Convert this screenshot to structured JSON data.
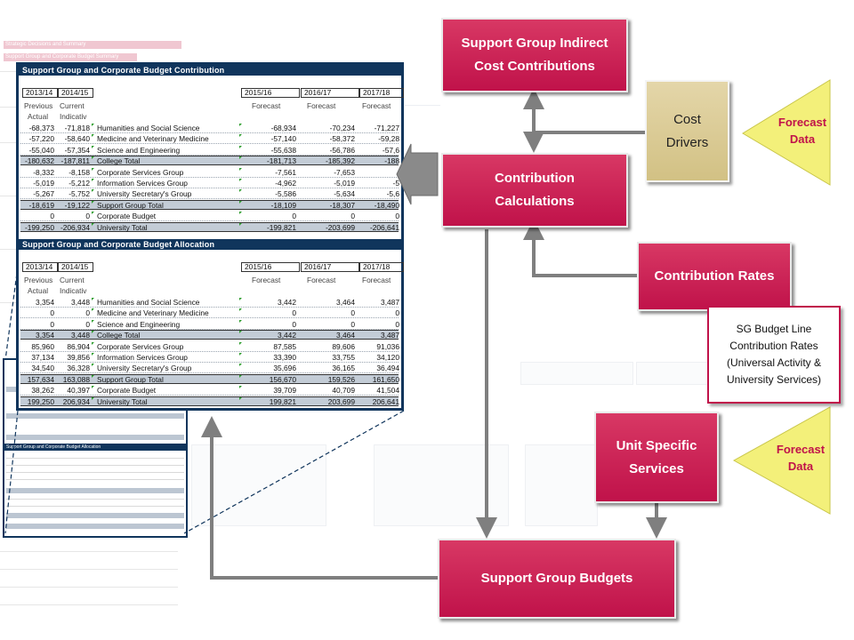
{
  "background_sheet": {
    "title_lines": [
      "Strategic Decisions and Summary",
      "Support Group and Corporate Budget Summary"
    ],
    "mini_panel_header": "Support Group and Corporate Budget Allocation"
  },
  "contribution_table": {
    "header": "Support Group and Corporate Budget Contribution",
    "years": [
      "2013/14",
      "2014/15",
      "2015/16",
      "2016/17",
      "2017/18"
    ],
    "col_labels": [
      "Previous",
      "Current",
      "Forecast",
      "Forecast",
      "Forecast"
    ],
    "col_labels2": [
      "Actual",
      "Indicativ"
    ],
    "rows": [
      {
        "prev": "-68,373",
        "curr": "-71,818",
        "name": "Humanities and Social Science",
        "f1": "-68,934",
        "f2": "-70,234",
        "f3": "-71,227",
        "total": false
      },
      {
        "prev": "-57,220",
        "curr": "-58,640",
        "name": "Medicine and Veterinary Medicine",
        "f1": "-57,140",
        "f2": "-58,372",
        "f3": "-59,28",
        "total": false
      },
      {
        "prev": "-55,040",
        "curr": "-57,354",
        "name": "Science and Engineering",
        "f1": "-55,638",
        "f2": "-56,786",
        "f3": "-57,6",
        "total": false
      },
      {
        "prev": "-180,632",
        "curr": "-187,811",
        "name": "College Total",
        "f1": "-181,713",
        "f2": "-185,392",
        "f3": "-188",
        "total": true
      },
      {
        "prev": "-8,332",
        "curr": "-8,158",
        "name": "Corporate Services Group",
        "f1": "-7,561",
        "f2": "-7,653",
        "f3": "-",
        "total": false
      },
      {
        "prev": "-5,019",
        "curr": "-5,212",
        "name": "Information Services Group",
        "f1": "-4,962",
        "f2": "-5,019",
        "f3": "-5",
        "total": false
      },
      {
        "prev": "-5,267",
        "curr": "-5,752",
        "name": "University Secretary's Group",
        "f1": "-5,586",
        "f2": "-5,634",
        "f3": "-5,6",
        "total": false
      },
      {
        "prev": "-18,619",
        "curr": "-19,122",
        "name": "Support Group Total",
        "f1": "-18,109",
        "f2": "-18,307",
        "f3": "-18,490",
        "total": true
      },
      {
        "prev": "0",
        "curr": "0",
        "name": "Corporate Budget",
        "f1": "0",
        "f2": "0",
        "f3": "0",
        "total": false
      },
      {
        "prev": "-199,250",
        "curr": "-206,934",
        "name": "University Total",
        "f1": "-199,821",
        "f2": "-203,699",
        "f3": "-206,641",
        "total": true
      }
    ]
  },
  "allocation_table": {
    "header": "Support Group and Corporate Budget Allocation",
    "years": [
      "2013/14",
      "2014/15",
      "2015/16",
      "2016/17",
      "2017/18"
    ],
    "col_labels": [
      "Previous",
      "Current",
      "Forecast",
      "Forecast",
      "Forecast"
    ],
    "col_labels2": [
      "Actual",
      "Indicativ"
    ],
    "rows": [
      {
        "prev": "3,354",
        "curr": "3,448",
        "name": "Humanities and Social Science",
        "f1": "3,442",
        "f2": "3,464",
        "f3": "3,487",
        "total": false
      },
      {
        "prev": "0",
        "curr": "0",
        "name": "Medicine and Veterinary Medicine",
        "f1": "0",
        "f2": "0",
        "f3": "0",
        "total": false
      },
      {
        "prev": "0",
        "curr": "0",
        "name": "Science and Engineering",
        "f1": "0",
        "f2": "0",
        "f3": "0",
        "total": false
      },
      {
        "prev": "3,354",
        "curr": "3,448",
        "name": "College Total",
        "f1": "3,442",
        "f2": "3,464",
        "f3": "3,487",
        "total": true
      },
      {
        "prev": "85,960",
        "curr": "86,904",
        "name": "Corporate Services Group",
        "f1": "87,585",
        "f2": "89,606",
        "f3": "91,036",
        "total": false
      },
      {
        "prev": "37,134",
        "curr": "39,856",
        "name": "Information Services Group",
        "f1": "33,390",
        "f2": "33,755",
        "f3": "34,120",
        "total": false
      },
      {
        "prev": "34,540",
        "curr": "36,328",
        "name": "University Secretary's Group",
        "f1": "35,696",
        "f2": "36,165",
        "f3": "36,494",
        "total": false
      },
      {
        "prev": "157,634",
        "curr": "163,088",
        "name": "Support Group Total",
        "f1": "156,670",
        "f2": "159,526",
        "f3": "161,650",
        "total": true
      },
      {
        "prev": "38,262",
        "curr": "40,397",
        "name": "Corporate Budget",
        "f1": "39,709",
        "f2": "40,709",
        "f3": "41,504",
        "total": false
      },
      {
        "prev": "199,250",
        "curr": "206,934",
        "name": "University Total",
        "f1": "199,821",
        "f2": "203,699",
        "f3": "206,641",
        "total": true
      }
    ]
  },
  "diagram": {
    "indirect": "Support Group Indirect Cost Contributions",
    "cost_drivers": "Cost Drivers",
    "forecast_top": "Forecast Data",
    "calculations": "Contribution Calculations",
    "rates": "Contribution Rates",
    "rates_note": "SG Budget Line Contribution Rates (Universal Activity & University Services)",
    "unit_services": "Unit Specific Services",
    "forecast_bottom": "Forecast Data",
    "budgets": "Support Group Budgets",
    "colors": {
      "box_red": "#c0124a",
      "box_tan": "#d9c98f",
      "callout_yellow": "#f3f07a",
      "arrow_gray": "#7f7f7f",
      "table_navy": "#10355c"
    }
  }
}
